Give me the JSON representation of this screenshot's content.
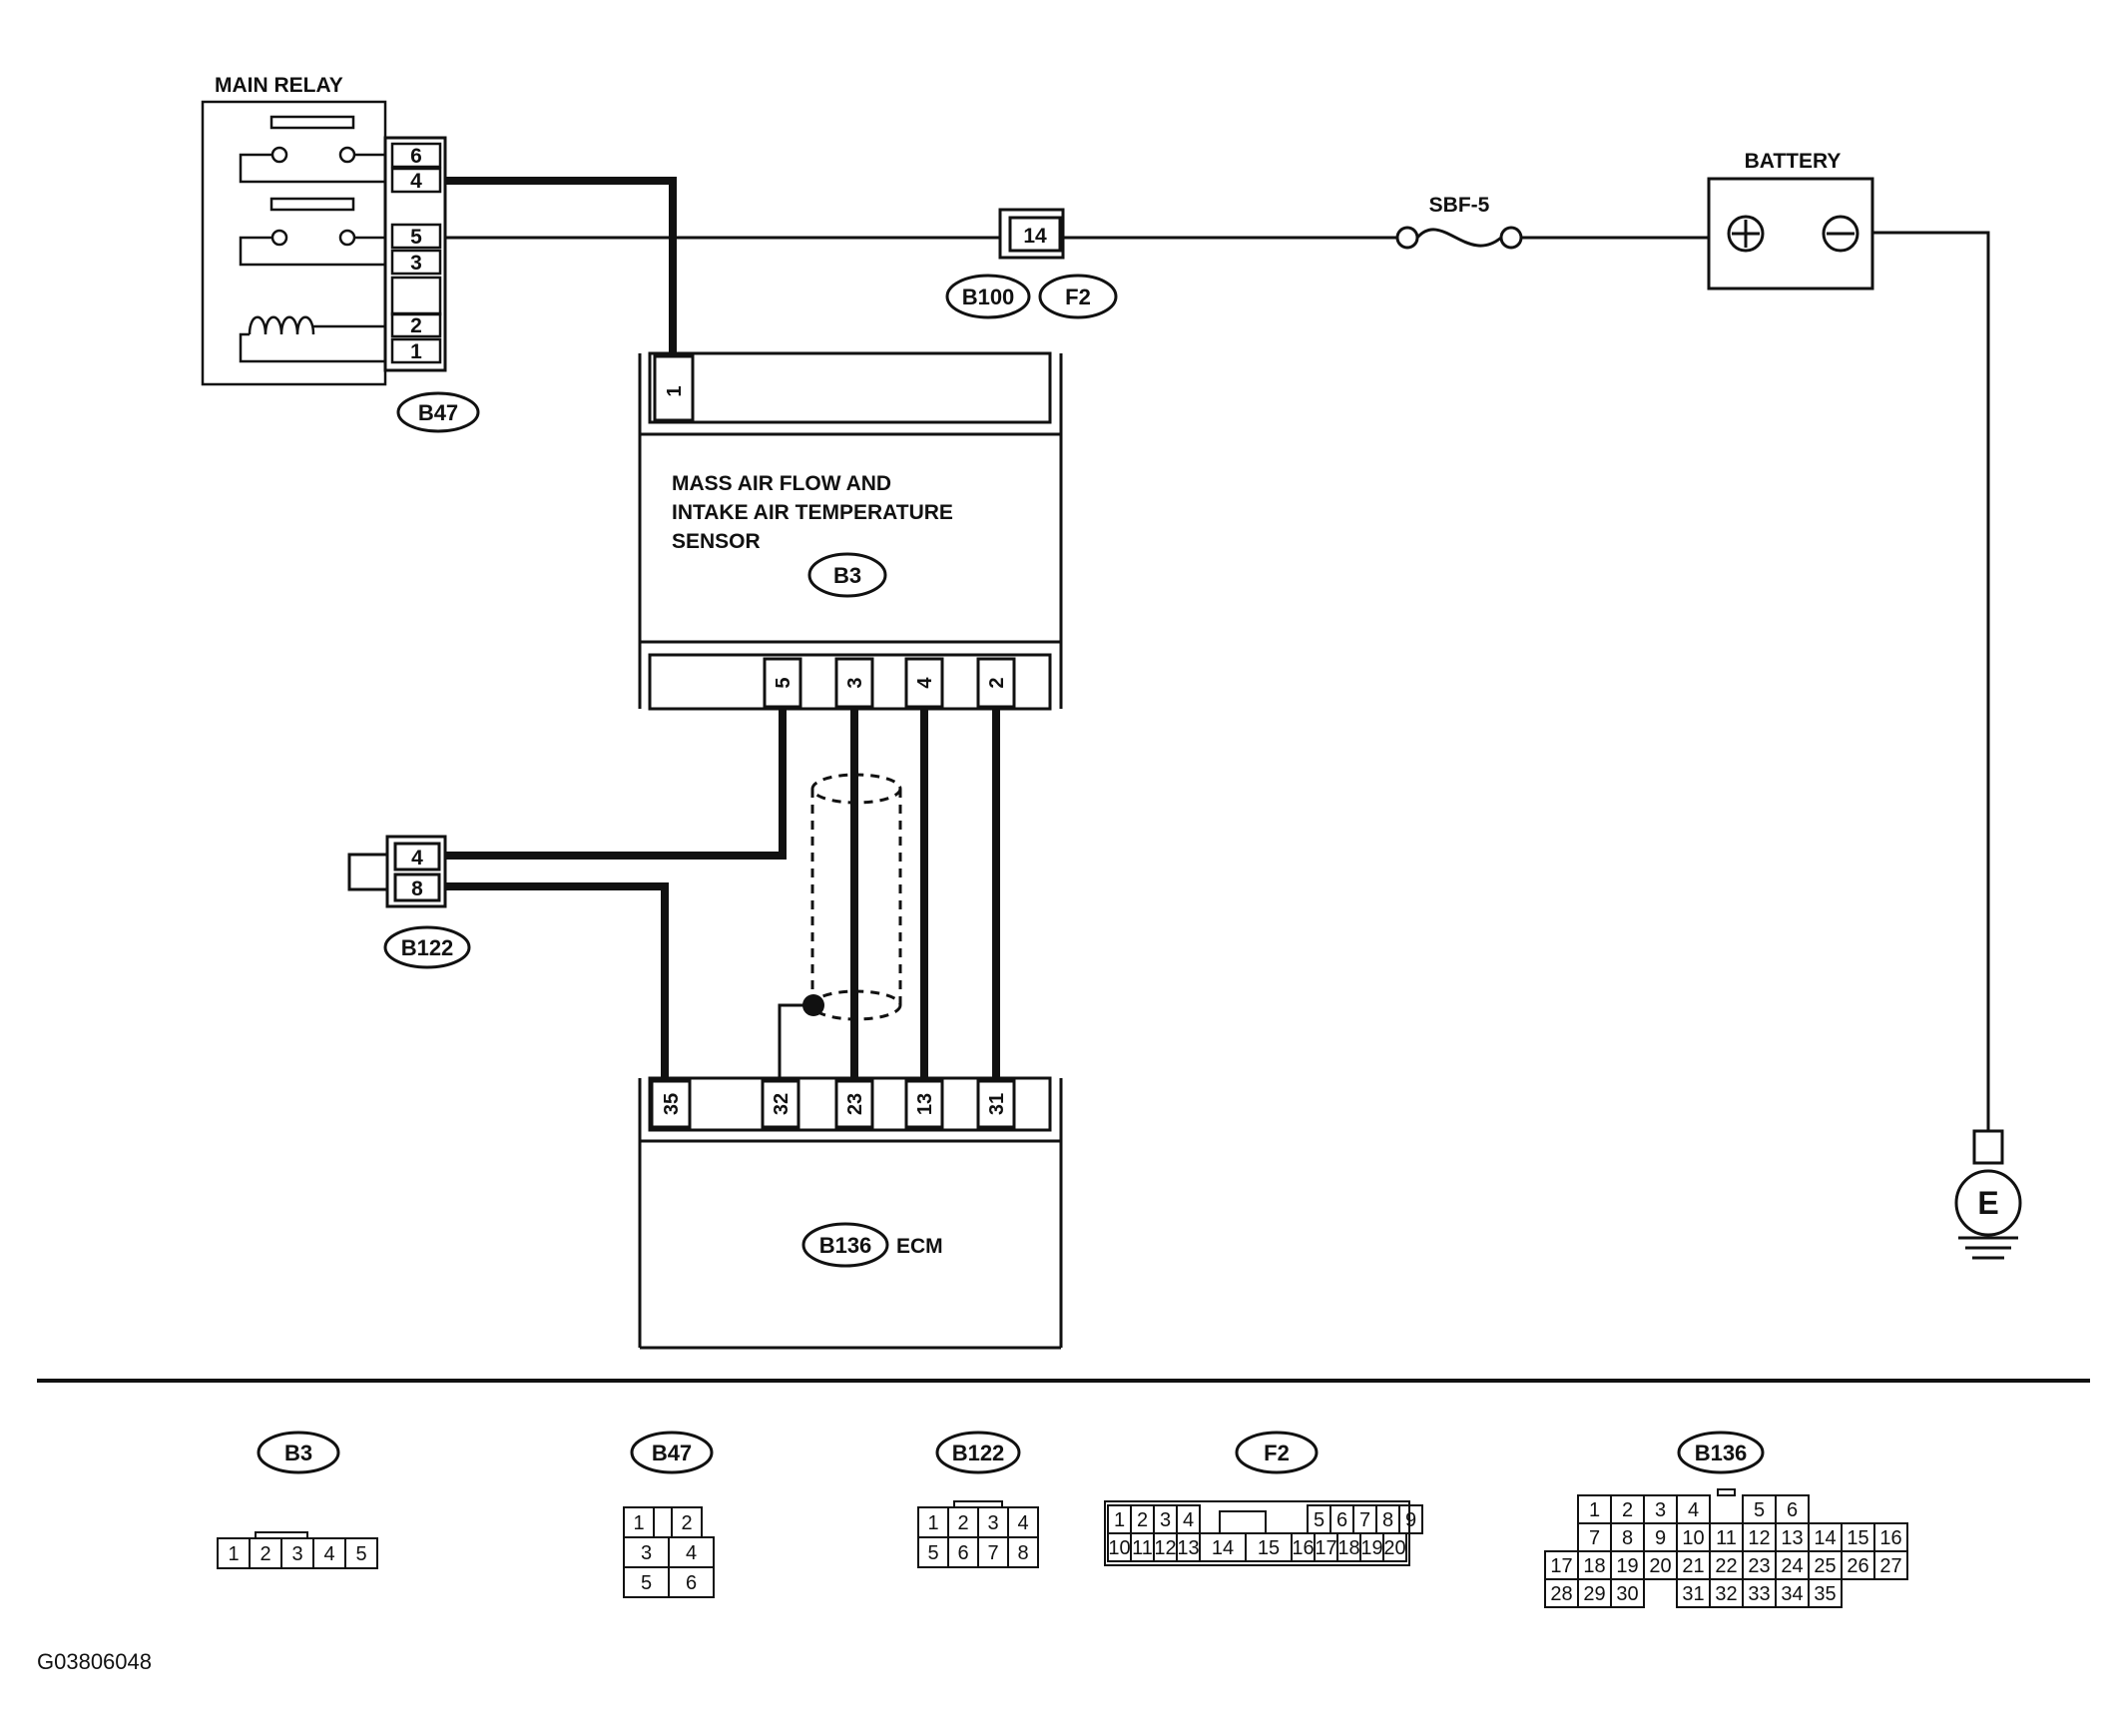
{
  "figure_id": "G03806048",
  "components": {
    "main_relay": {
      "title": "MAIN RELAY",
      "connector": "B47",
      "pins": [
        "6",
        "4",
        "5",
        "3",
        "2",
        "1"
      ]
    },
    "joint_connector": {
      "pin": "14",
      "connectors": [
        "B100",
        "F2"
      ]
    },
    "fuse": {
      "label": "SBF-5"
    },
    "battery": {
      "title": "BATTERY"
    },
    "ground": {
      "label": "E"
    },
    "maf_sensor": {
      "title_lines": [
        "MASS AIR FLOW AND",
        "INTAKE AIR TEMPERATURE",
        "SENSOR"
      ],
      "connector": "B3",
      "top_pin": "1",
      "bottom_pins": [
        "5",
        "3",
        "4",
        "2"
      ]
    },
    "b122": {
      "connector": "B122",
      "pins": [
        "4",
        "8"
      ]
    },
    "ecm": {
      "connector": "B136",
      "label": "ECM",
      "pins": [
        "35",
        "32",
        "23",
        "13",
        "31"
      ]
    }
  },
  "connector_views": [
    {
      "tag": "B3",
      "rows": [
        [
          "1",
          "2",
          "3",
          "4",
          "5"
        ]
      ]
    },
    {
      "tag": "B47",
      "rows": [
        [
          "1",
          "",
          "2"
        ],
        [
          "3",
          "4"
        ],
        [
          "5",
          "6"
        ]
      ]
    },
    {
      "tag": "B122",
      "rows": [
        [
          "1",
          "2",
          "3",
          "4"
        ],
        [
          "5",
          "6",
          "7",
          "8"
        ]
      ]
    },
    {
      "tag": "F2",
      "rows": [
        [
          "1",
          "2",
          "3",
          "4",
          "",
          "5",
          "6",
          "7",
          "8",
          "9"
        ],
        [
          "10",
          "11",
          "12",
          "13",
          "14",
          "15",
          "16",
          "17",
          "18",
          "19",
          "20"
        ]
      ]
    },
    {
      "tag": "B136",
      "rows": [
        [
          "1",
          "2",
          "3",
          "4",
          "",
          "5",
          "6"
        ],
        [
          "7",
          "8",
          "9",
          "10",
          "11",
          "12",
          "13",
          "14",
          "15",
          "16"
        ],
        [
          "17",
          "18",
          "19",
          "20",
          "21",
          "22",
          "23",
          "24",
          "25",
          "26",
          "27"
        ],
        [
          "28",
          "29",
          "30",
          "",
          "31",
          "32",
          "33",
          "34",
          "35"
        ]
      ]
    }
  ]
}
